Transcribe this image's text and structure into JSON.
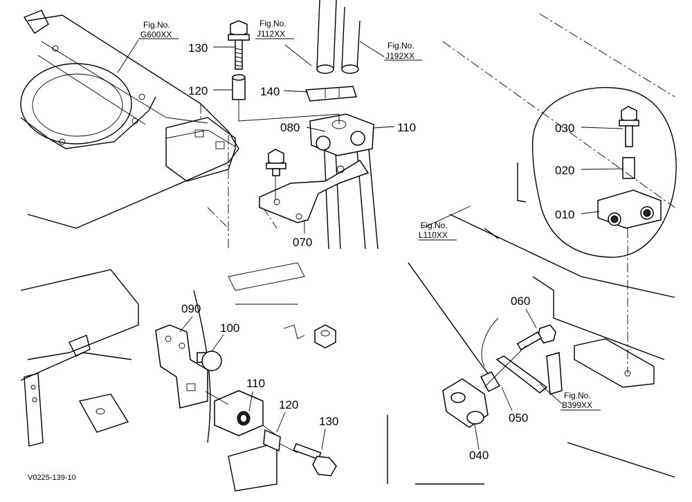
{
  "labels": {
    "p130_top": "130",
    "p120_top": "120",
    "p140": "140",
    "p080": "080",
    "p110_top": "110",
    "p070": "070",
    "p030": "030",
    "p020": "020",
    "p010": "010",
    "p090": "090",
    "p100": "100",
    "p110_bottom": "110",
    "p120_bottom": "120",
    "p130_bottom": "130",
    "p060": "060",
    "p050": "050",
    "p040": "040"
  },
  "fig_refs": [
    {
      "title": "Fig.No.",
      "code": "G600XX"
    },
    {
      "title": "Fig.No.",
      "code": "J112XX"
    },
    {
      "title": "Fig.No.",
      "code": "J192XX"
    },
    {
      "title": "Fig.No.",
      "code": "L110XX"
    },
    {
      "title": "Fig.No.",
      "code": "B399XX"
    }
  ],
  "footer_code": "V0225-139-10"
}
